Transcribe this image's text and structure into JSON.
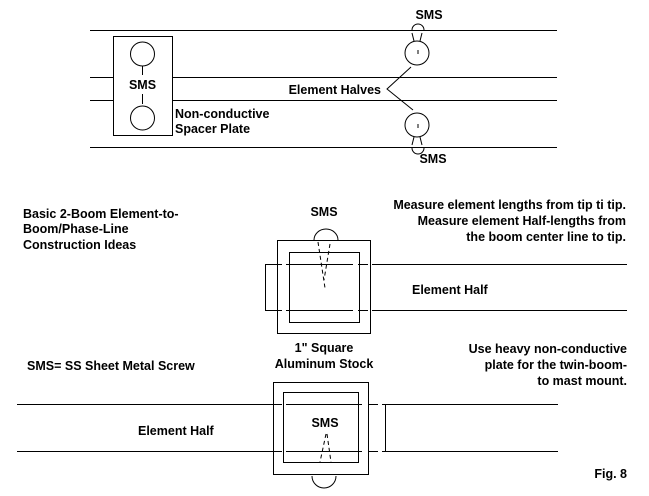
{
  "diagram": {
    "title_lines": [
      "Basic 2-Boom Element-to-",
      "Boom/Phase-Line",
      "Construction Ideas"
    ],
    "legend": "SMS= SS Sheet Metal Screw",
    "figure_label": "Fig. 8",
    "colors": {
      "ink": "#000000",
      "background": "#ffffff"
    },
    "top_view": {
      "spacer_plate_screw_label": "SMS",
      "spacer_plate_label_lines": [
        "Non-conductive",
        "Spacer Plate"
      ],
      "element_halves_label": "Element Halves",
      "top_screw_label": "SMS",
      "bottom_screw_label": "SMS"
    },
    "upper_mount": {
      "screw_label": "SMS",
      "element_label": "Element Half",
      "stock_label_lines": [
        "1\" Square",
        "Aluminum Stock"
      ]
    },
    "lower_mount": {
      "screw_label": "SMS",
      "element_label": "Element Half"
    },
    "notes": {
      "measure_lines": [
        "Measure element lengths from tip ti tip.",
        "Measure element Half-lengths from",
        "the boom center line to tip."
      ],
      "plate_lines": [
        "Use heavy non-conductive",
        "plate for the twin-boom-",
        "to mast mount."
      ]
    }
  }
}
